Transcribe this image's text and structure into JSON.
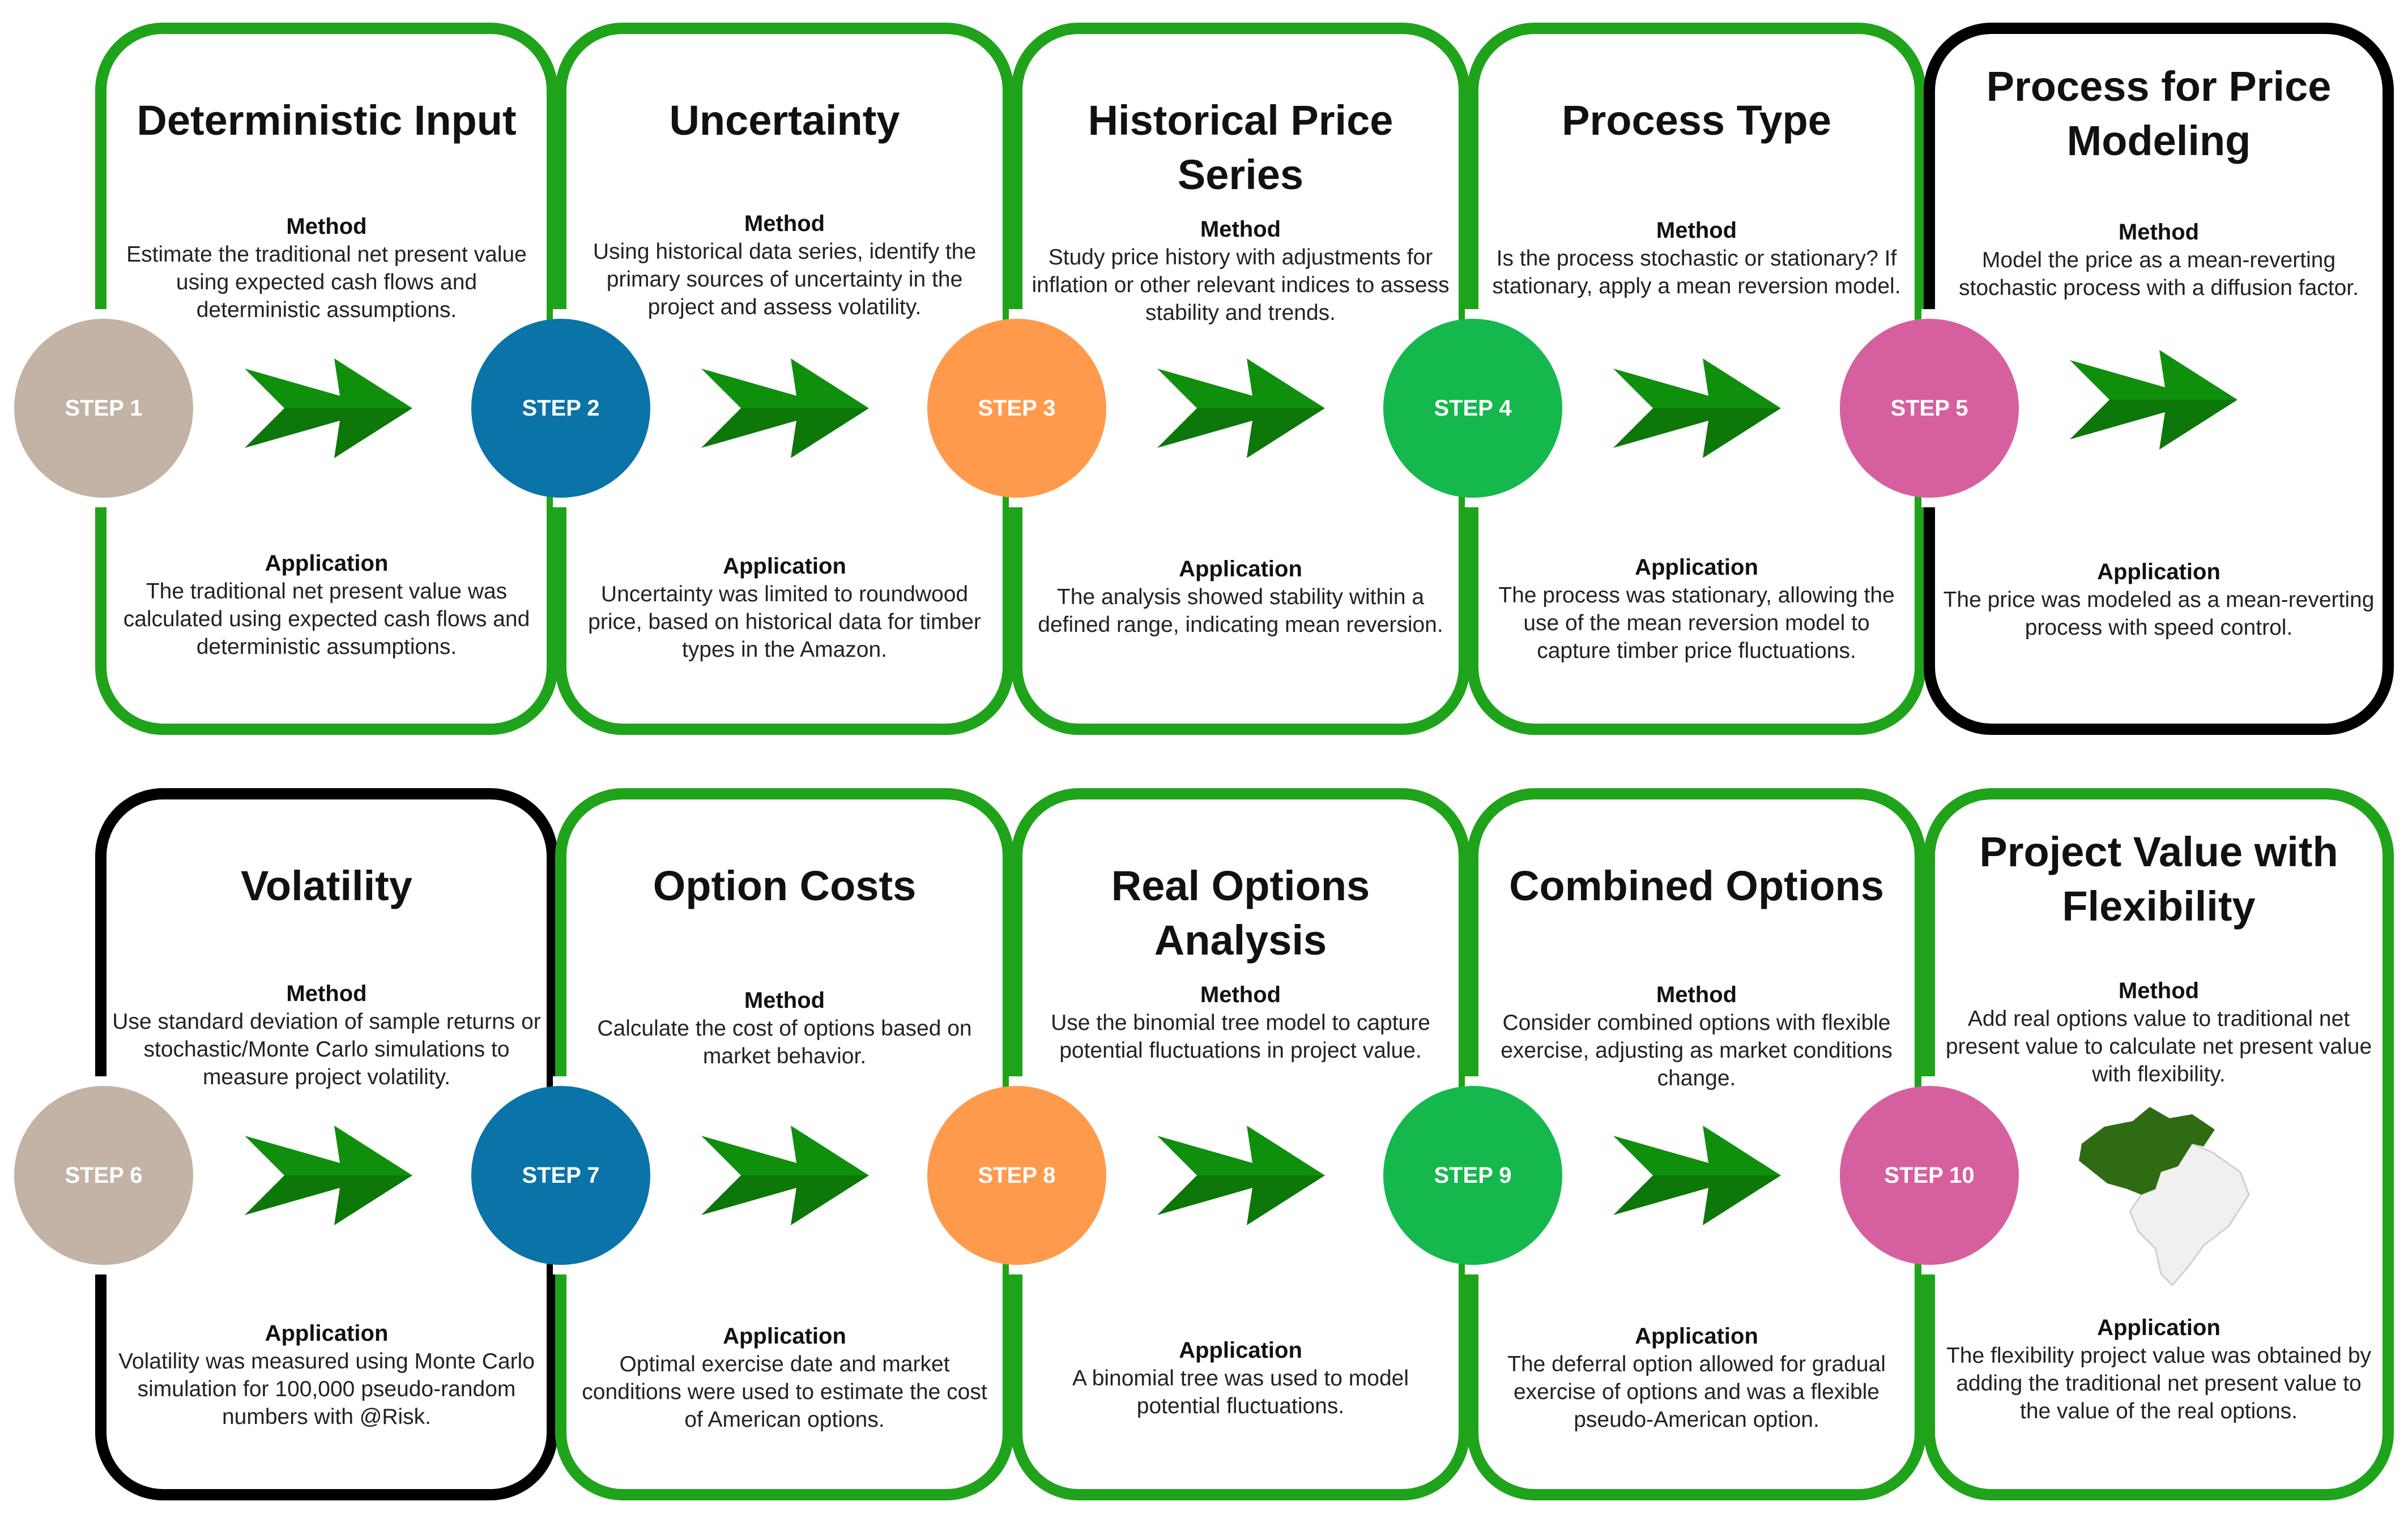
{
  "colors": {
    "frame_green": "#1fa31a",
    "frame_black": "#000000",
    "arrow_green": "#0f8f0c",
    "arrow_dark": "#0a5c08",
    "step_beige": "#c2b3a5",
    "step_blue": "#0a73a8",
    "step_orange": "#ff9a4d",
    "step_green": "#14b84d",
    "step_pink": "#d6609f",
    "map_green": "#2f6b12",
    "map_gray": "#f0f0f0"
  },
  "label_method": "Method",
  "label_application": "Application",
  "steps": [
    {
      "step": "STEP 1",
      "title_lines": [
        "Deterministic Input"
      ],
      "method": "Estimate the traditional net present value using expected cash flows and deterministic assumptions.",
      "application": "The traditional net present value was calculated using expected cash flows and deterministic assumptions.",
      "circle_color": "beige"
    },
    {
      "step": "STEP 2",
      "title_lines": [
        "Uncertainty"
      ],
      "method": "Using historical data series, identify the primary sources of uncertainty in the project and assess volatility.",
      "application": "Uncertainty was limited to roundwood price, based on historical data for timber types in the Amazon.",
      "circle_color": "blue"
    },
    {
      "step": "STEP 3",
      "title_lines": [
        "Historical Price Series"
      ],
      "method": "Study price history with adjustments for inflation or other relevant indices to assess stability and trends.",
      "application": "The analysis showed stability within a defined range, indicating mean reversion.",
      "circle_color": "orange"
    },
    {
      "step": "STEP 4",
      "title_lines": [
        "Process Type"
      ],
      "method": "Is the process stochastic or stationary? If stationary, apply a mean reversion model.",
      "application": "The process was stationary, allowing the use of the mean reversion model to capture timber price fluctuations.",
      "circle_color": "green"
    },
    {
      "step": "STEP 5",
      "title_lines": [
        "Process for Price",
        "Modeling"
      ],
      "method": "Model the price as a mean-reverting stochastic process with a diffusion factor.",
      "application": "The price was modeled as a mean-reverting process with speed control.",
      "circle_color": "pink"
    },
    {
      "step": "STEP 6",
      "title_lines": [
        "Volatility"
      ],
      "method": "Use standard deviation of sample returns or stochastic/Monte Carlo simulations to measure project volatility.",
      "application": "Volatility was measured using Monte Carlo simulation for 100,000 pseudo-random numbers with @Risk.",
      "circle_color": "beige"
    },
    {
      "step": "STEP 7",
      "title_lines": [
        "Option Costs"
      ],
      "method": "Calculate the cost of options based on market behavior.",
      "application": "Optimal exercise date and market conditions were used to estimate the cost of American options.",
      "circle_color": "blue"
    },
    {
      "step": "STEP 8",
      "title_lines": [
        "Real Options Analysis"
      ],
      "method": "Use the binomial tree model to capture potential fluctuations in project value.",
      "application": "A binomial tree was used to model potential fluctuations.",
      "circle_color": "orange"
    },
    {
      "step": "STEP 9",
      "title_lines": [
        "Combined Options"
      ],
      "method": "Consider combined options with flexible exercise, adjusting as market conditions change.",
      "application": "The deferral option allowed for gradual exercise of options and was a flexible pseudo-American option.",
      "circle_color": "green"
    },
    {
      "step": "STEP 10",
      "title_lines": [
        "Project Value with",
        "Flexibility"
      ],
      "method": "Add real options value to traditional net present value to calculate net present value with flexibility.",
      "application": "The flexibility project value was obtained by adding the traditional net present value to the value of the real options.",
      "circle_color": "pink"
    }
  ],
  "icons": {
    "arrow": "right-arrow-icon",
    "map": "brazil-map-icon"
  }
}
